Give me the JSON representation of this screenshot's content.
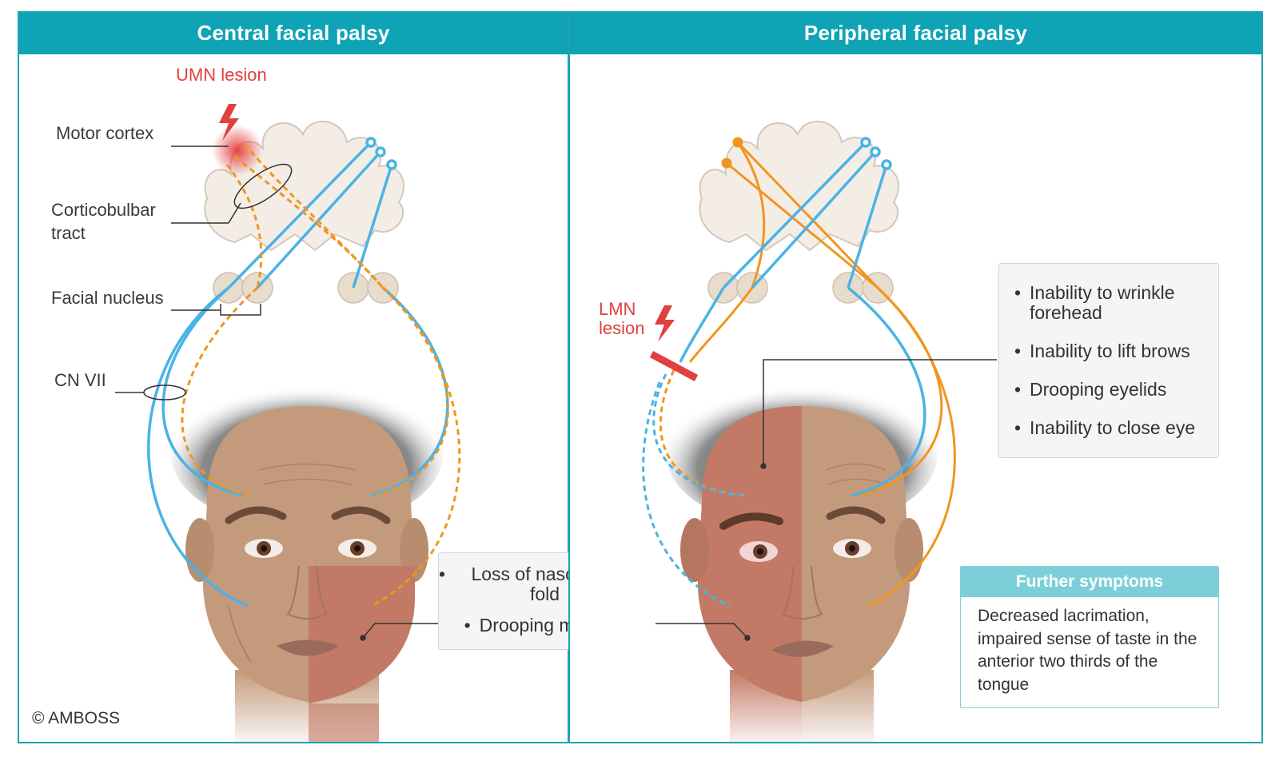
{
  "panels": {
    "central": {
      "title": "Central facial palsy",
      "lesion_label": "UMN lesion",
      "labels": {
        "motor_cortex": "Motor cortex",
        "corticobulbar": "Corticobulbar",
        "corticobulbar_2": "tract",
        "facial_nucleus": "Facial nucleus",
        "cn7": "CN VII"
      },
      "symptoms": [
        "Loss of nasolabial fold",
        "Drooping mouth"
      ]
    },
    "peripheral": {
      "title": "Peripheral facial palsy",
      "lesion_label_1": "LMN",
      "lesion_label_2": "lesion",
      "symptoms": [
        "Inability to wrinkle forehead",
        "Inability to lift brows",
        "Drooping eyelids",
        "Inability to close eye"
      ],
      "further": {
        "title": "Further symptoms",
        "text": "Decreased lacrimation, impaired sense of taste in the anterior two thirds of the tongue"
      }
    }
  },
  "colors": {
    "header": "#0ea3b5",
    "blue_tract": "#4ab3e6",
    "orange_tract": "#f2951e",
    "lesion_red": "#e0403e",
    "skin": "#c49a7c",
    "affected_skin": "#c27a66"
  },
  "copyright": "© AMBOSS"
}
